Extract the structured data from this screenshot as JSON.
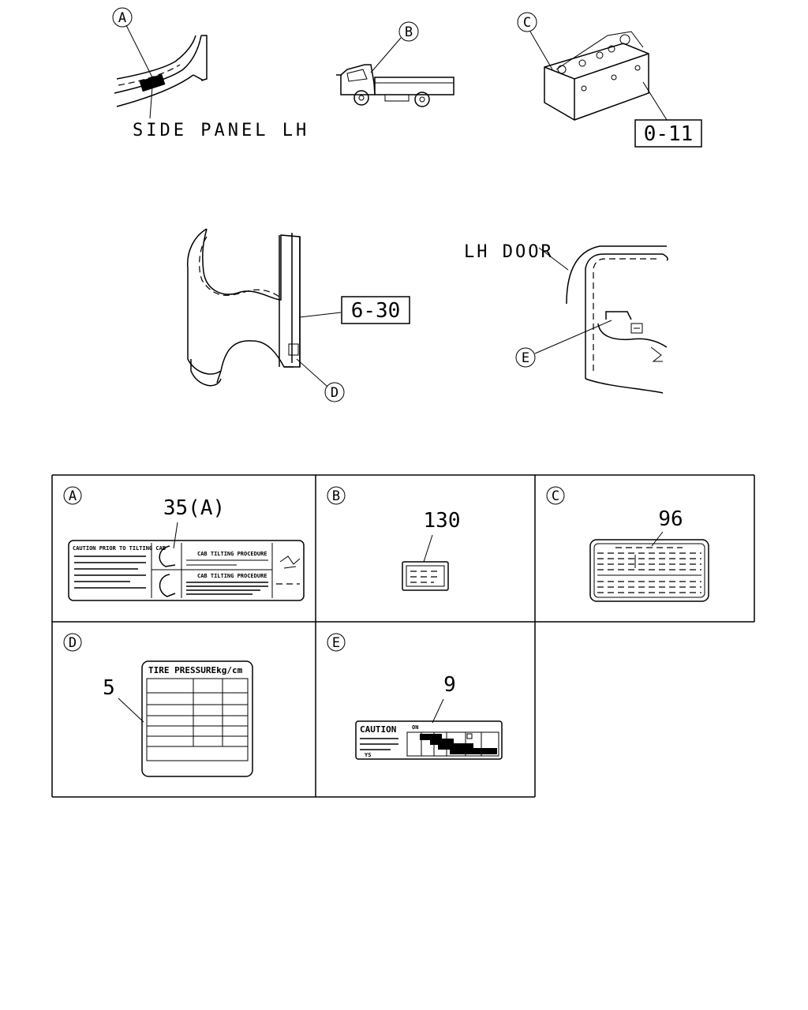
{
  "callouts": {
    "a": "A",
    "b": "B",
    "c": "C",
    "d": "D",
    "e": "E"
  },
  "labels": {
    "side_panel": "SIDE PANEL LH",
    "lh_door": "LH DOOR",
    "ref_0_11": "0-11",
    "ref_6_30": "6-30"
  },
  "panels": {
    "a": {
      "letter": "A",
      "part_no": "35(A)",
      "label_line1": "CAUTION PRIOR TO TILTING CAB",
      "label_line2": "CAB TILTING PROCEDURE",
      "label_line3": "CAB TILTING PROCEDURE"
    },
    "b": {
      "letter": "B",
      "part_no": "130"
    },
    "c": {
      "letter": "C",
      "part_no": "96"
    },
    "d": {
      "letter": "D",
      "part_no": "5",
      "label_title": "TIRE PRESSUREkg/cm"
    },
    "e": {
      "letter": "E",
      "part_no": "9",
      "label_title": "CAUTION",
      "label_small1": "ON",
      "label_small2": "YS"
    }
  }
}
